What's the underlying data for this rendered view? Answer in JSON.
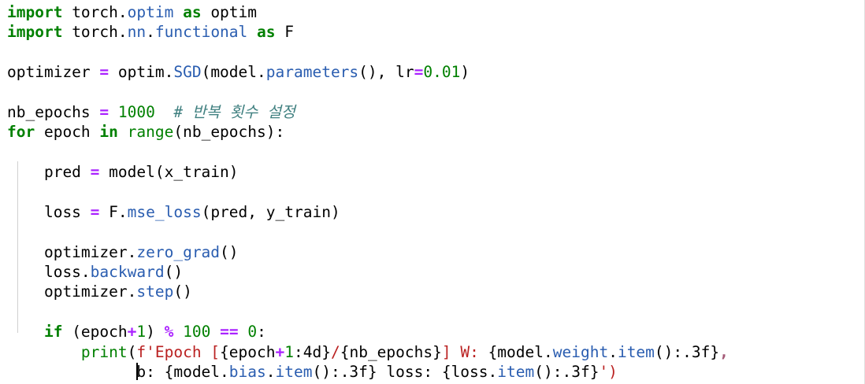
{
  "editor": {
    "language": "python",
    "colors": {
      "keyword": "#008000",
      "attribute": "#2a5db0",
      "operator": "#aa22ff",
      "number": "#008000",
      "string": "#ba2121",
      "comment": "#408080",
      "background": "#ffffff"
    },
    "lines": [
      [
        [
          "kw",
          "import"
        ],
        [
          "t",
          " torch."
        ],
        [
          "attr",
          "optim"
        ],
        [
          "t",
          " "
        ],
        [
          "kw",
          "as"
        ],
        [
          "t",
          " optim"
        ]
      ],
      [
        [
          "kw",
          "import"
        ],
        [
          "t",
          " torch."
        ],
        [
          "attr",
          "nn"
        ],
        [
          "t",
          "."
        ],
        [
          "attr",
          "functional"
        ],
        [
          "t",
          " "
        ],
        [
          "kw",
          "as"
        ],
        [
          "t",
          " F"
        ]
      ],
      [],
      [
        [
          "t",
          "optimizer "
        ],
        [
          "op",
          "="
        ],
        [
          "t",
          " optim."
        ],
        [
          "attr",
          "SGD"
        ],
        [
          "t",
          "(model."
        ],
        [
          "attr",
          "parameters"
        ],
        [
          "t",
          "(), lr"
        ],
        [
          "op",
          "="
        ],
        [
          "num",
          "0.01"
        ],
        [
          "t",
          ")"
        ]
      ],
      [],
      [
        [
          "t",
          "nb_epochs "
        ],
        [
          "op",
          "="
        ],
        [
          "t",
          " "
        ],
        [
          "num",
          "1000"
        ],
        [
          "t",
          "  "
        ],
        [
          "cmt",
          "# 반복 횟수 설정"
        ]
      ],
      [
        [
          "kw",
          "for"
        ],
        [
          "t",
          " epoch "
        ],
        [
          "kw",
          "in"
        ],
        [
          "t",
          " "
        ],
        [
          "bi",
          "range"
        ],
        [
          "t",
          "(nb_epochs):"
        ]
      ],
      [],
      [
        [
          "t",
          "    pred "
        ],
        [
          "op",
          "="
        ],
        [
          "t",
          " model(x_train)"
        ]
      ],
      [],
      [
        [
          "t",
          "    loss "
        ],
        [
          "op",
          "="
        ],
        [
          "t",
          " F."
        ],
        [
          "attr",
          "mse_loss"
        ],
        [
          "t",
          "(pred, y_train)"
        ]
      ],
      [],
      [
        [
          "t",
          "    optimizer."
        ],
        [
          "attr",
          "zero_grad"
        ],
        [
          "t",
          "()"
        ]
      ],
      [
        [
          "t",
          "    loss."
        ],
        [
          "attr",
          "backward"
        ],
        [
          "t",
          "()"
        ]
      ],
      [
        [
          "t",
          "    optimizer."
        ],
        [
          "attr",
          "step"
        ],
        [
          "t",
          "()"
        ]
      ],
      [],
      [
        [
          "t",
          "    "
        ],
        [
          "kw",
          "if"
        ],
        [
          "t",
          " (epoch"
        ],
        [
          "op",
          "+"
        ],
        [
          "num",
          "1"
        ],
        [
          "t",
          ") "
        ],
        [
          "op",
          "%"
        ],
        [
          "t",
          " "
        ],
        [
          "num",
          "100"
        ],
        [
          "t",
          " "
        ],
        [
          "op",
          "=="
        ],
        [
          "t",
          " "
        ],
        [
          "num",
          "0"
        ],
        [
          "t",
          ":"
        ]
      ],
      [
        [
          "t",
          "        "
        ],
        [
          "bi",
          "print"
        ],
        [
          "t",
          "("
        ],
        [
          "str",
          "f'Epoch ["
        ],
        [
          "t",
          "{epoch"
        ],
        [
          "op",
          "+"
        ],
        [
          "num",
          "1"
        ],
        [
          "t",
          ":4d}"
        ],
        [
          "str",
          "/"
        ],
        [
          "t",
          "{nb_epochs}"
        ],
        [
          "str",
          "] W: "
        ],
        [
          "t",
          "{model."
        ],
        [
          "attr",
          "weight"
        ],
        [
          "t",
          "."
        ],
        [
          "attr",
          "item"
        ],
        [
          "t",
          "():.3f}"
        ],
        [
          "str-int",
          ","
        ]
      ],
      [
        [
          "t",
          "              "
        ],
        [
          "cursor",
          ""
        ],
        [
          "t",
          "b: {model."
        ],
        [
          "attr",
          "bias"
        ],
        [
          "t",
          "."
        ],
        [
          "attr",
          "item"
        ],
        [
          "t",
          "():.3f} loss: {loss."
        ],
        [
          "attr",
          "item"
        ],
        [
          "t",
          "():.3f}"
        ],
        [
          "str",
          "')"
        ]
      ]
    ]
  }
}
